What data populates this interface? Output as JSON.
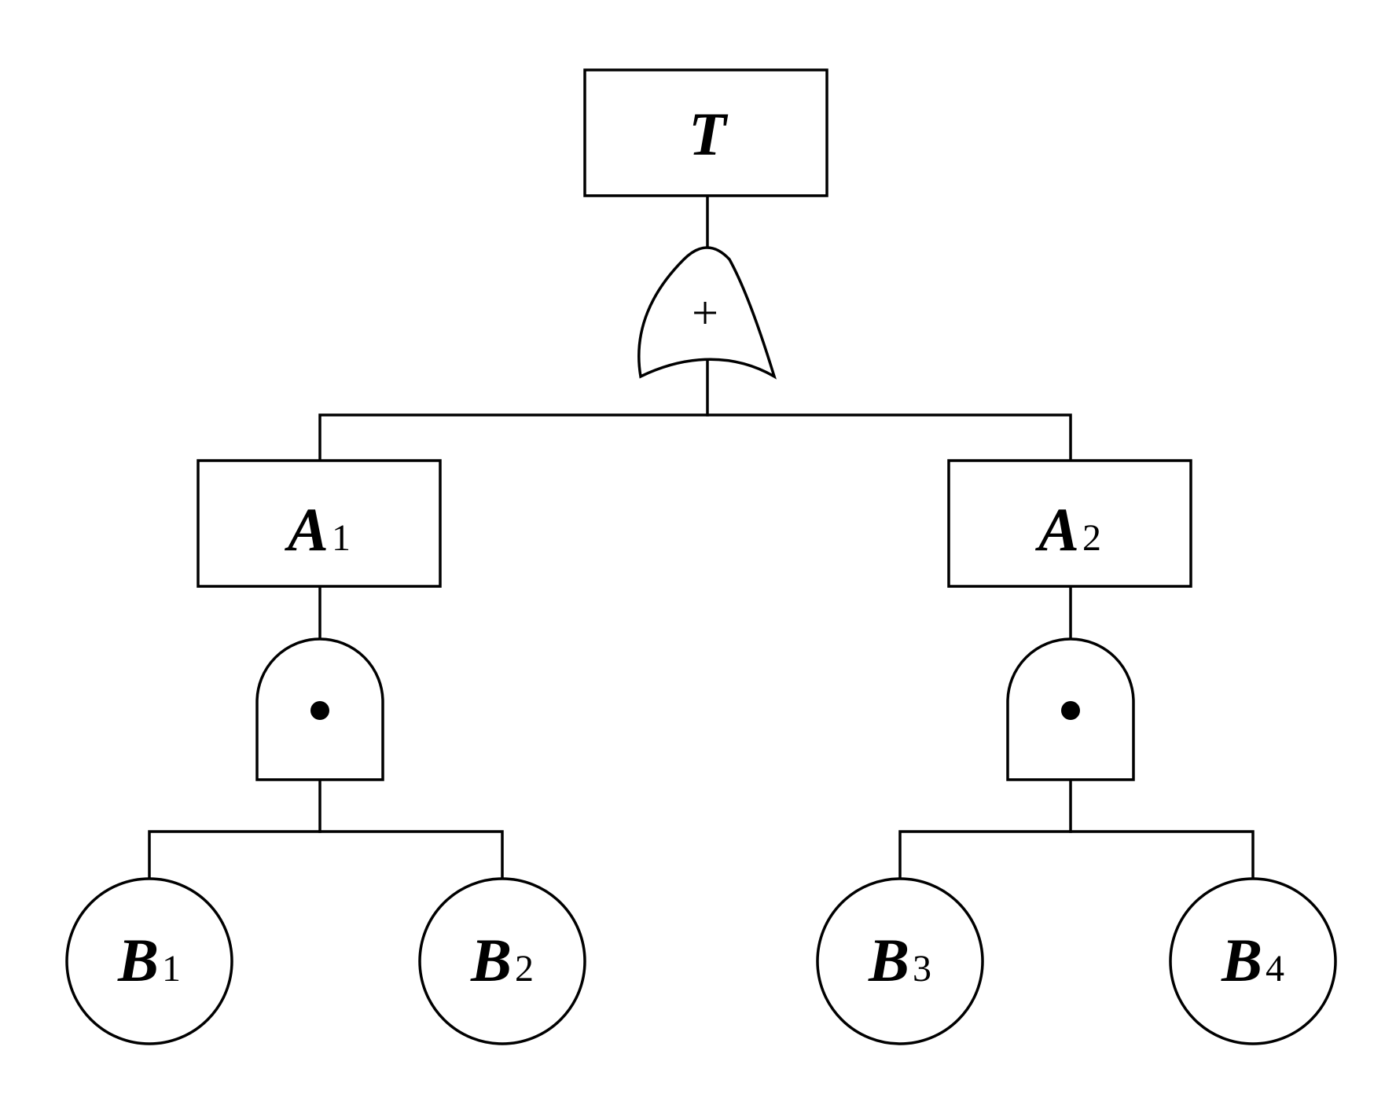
{
  "top_event": {
    "label": "T"
  },
  "or_gate": {
    "symbol": "+"
  },
  "intermediate_events": [
    {
      "label": "A",
      "sub": "1"
    },
    {
      "label": "A",
      "sub": "2"
    }
  ],
  "and_gates": [
    {
      "symbol": "•"
    },
    {
      "symbol": "•"
    }
  ],
  "basic_events": [
    {
      "label": "B",
      "sub": "1"
    },
    {
      "label": "B",
      "sub": "2"
    },
    {
      "label": "B",
      "sub": "3"
    },
    {
      "label": "B",
      "sub": "4"
    }
  ]
}
